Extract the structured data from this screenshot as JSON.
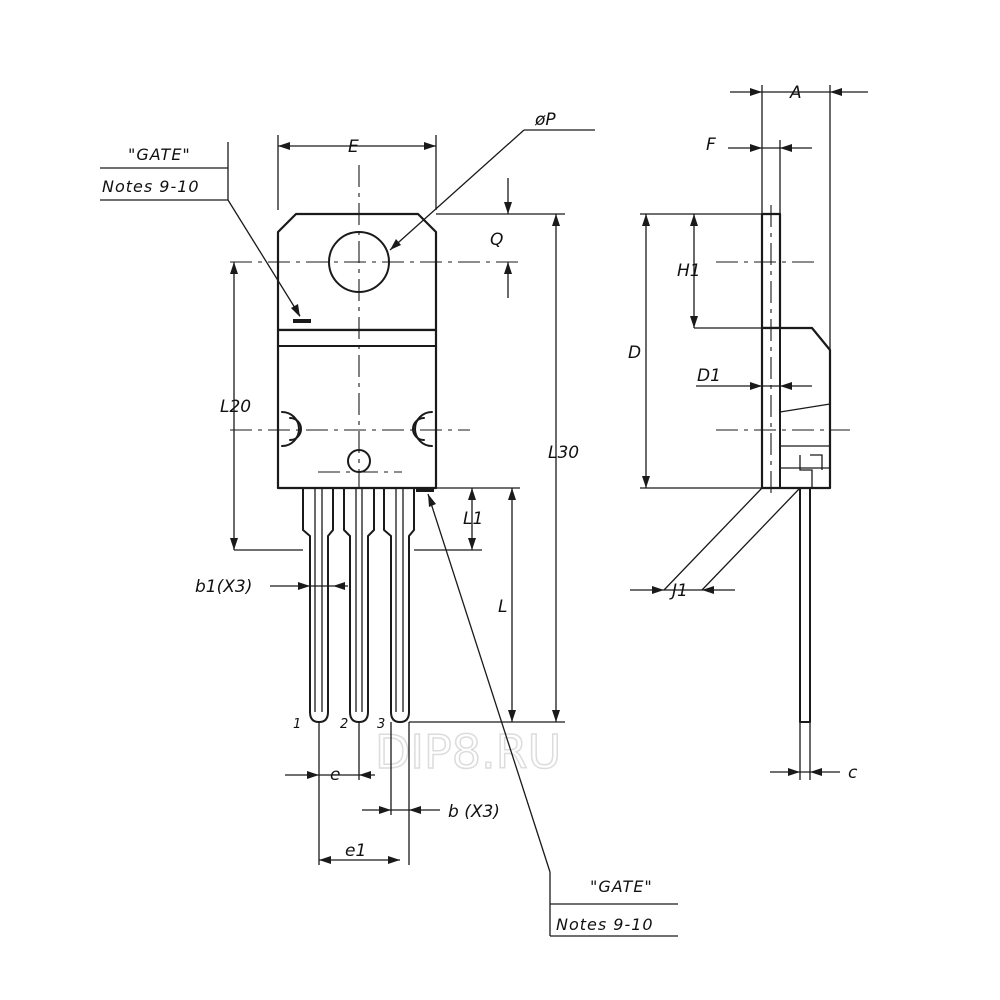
{
  "watermark": "DIP8.RU",
  "notes": {
    "gate_label": "\"GATE\"",
    "gate_ref": "Notes 9-10"
  },
  "dimensions": {
    "E": "E",
    "P": "øP",
    "Q": "Q",
    "L20": "L20",
    "L30": "L30",
    "L1": "L1",
    "L": "L",
    "b1": "b1(X3)",
    "e": "e",
    "b": "b  (X3)",
    "e1": "e1",
    "A": "A",
    "F": "F",
    "H1": "H1",
    "D": "D",
    "D1": "D1",
    "J1": "J1",
    "c": "c"
  },
  "pins": [
    "1",
    "2",
    "3"
  ]
}
